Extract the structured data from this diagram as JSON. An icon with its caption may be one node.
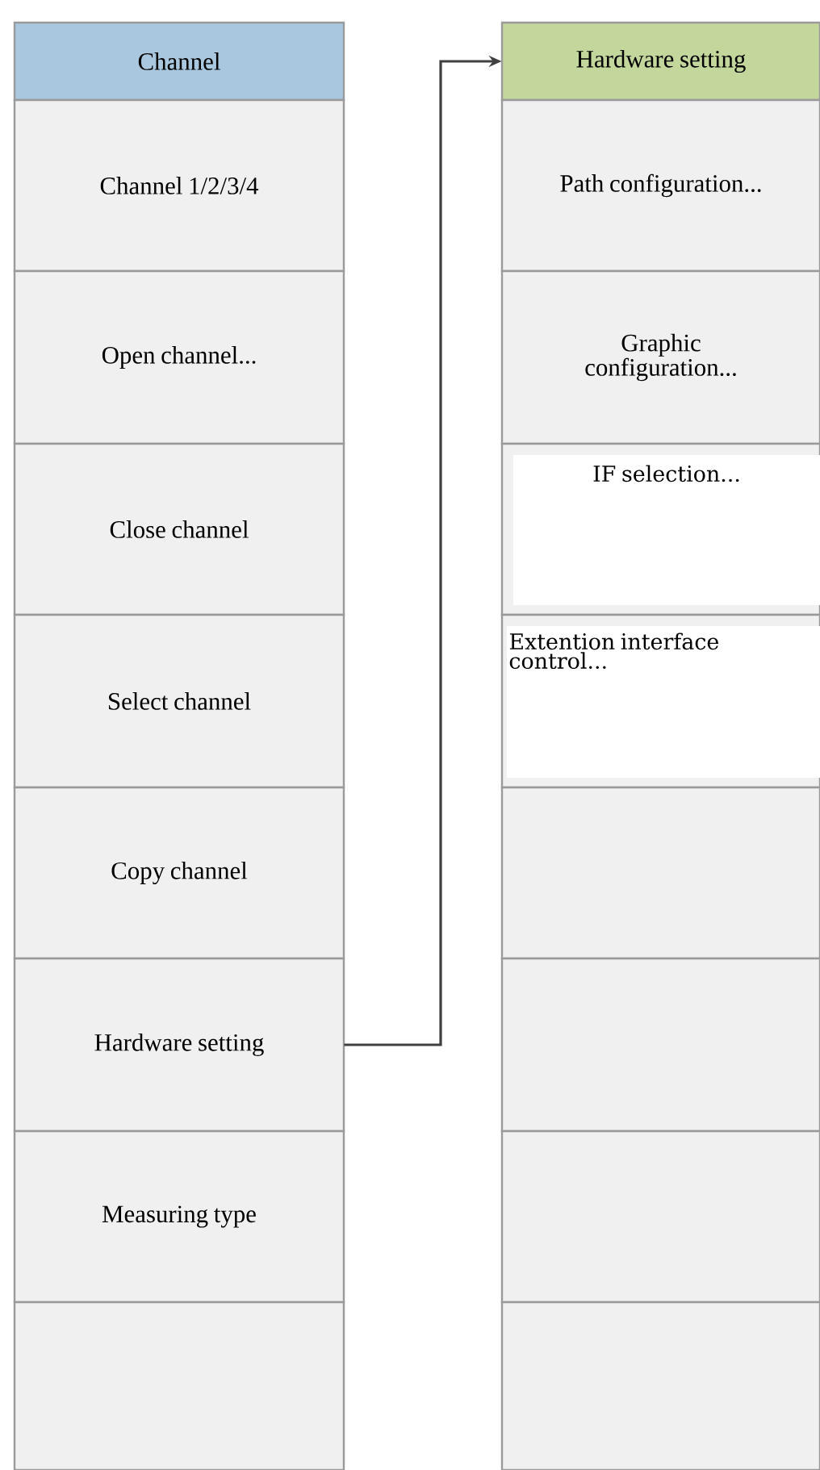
{
  "diagram": {
    "nodes": [
      {
        "text": [
          "Channel"
        ]
      },
      {
        "text": [
          "Channel 1/2/3/4"
        ]
      },
      {
        "text": [
          "Open channel..."
        ]
      },
      {
        "text": [
          "Close channel"
        ]
      },
      {
        "text": [
          "Select channel"
        ]
      },
      {
        "text": [
          "Copy channel"
        ]
      },
      {
        "text": [
          "Hardware setting"
        ]
      },
      {
        "text": [
          "Measuring type"
        ]
      },
      {
        "text": [],
        "shape": "box"
      },
      {
        "text": [
          "Hardware setting"
        ]
      },
      {
        "text": [
          "Path configuration..."
        ]
      },
      {
        "text": [
          "Graphic configuration..."
        ]
      },
      {
        "text": [
          "IF selection..."
        ]
      },
      {
        "text": [
          "Extention interface control..."
        ]
      },
      {
        "text": [],
        "shape": "box"
      },
      {
        "text": [],
        "shape": "box"
      },
      {
        "text": [],
        "shape": "box"
      },
      {
        "text": [],
        "shape": "box"
      }
    ],
    "edges": [
      {
        "from": 6,
        "to": 9,
        "arrow": "to"
      }
    ]
  }
}
